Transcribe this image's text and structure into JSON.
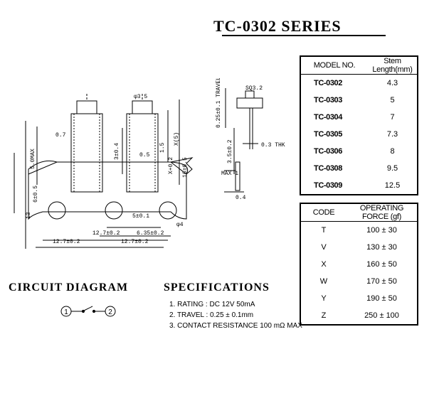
{
  "title": "TC-0302  SERIES",
  "model_table": {
    "headers": [
      "MODEL NO.",
      "Stem Length(mm)"
    ],
    "rows": [
      [
        "TC-0302",
        "4.3"
      ],
      [
        "TC-0303",
        "5"
      ],
      [
        "TC-0304",
        "7"
      ],
      [
        "TC-0305",
        "7.3"
      ],
      [
        "TC-0306",
        "8"
      ],
      [
        "TC-0308",
        "9.5"
      ],
      [
        "TC-0309",
        "12.5"
      ]
    ]
  },
  "force_table": {
    "headers": [
      "CODE",
      "OPERATING FORCE (gf)"
    ],
    "rows": [
      [
        "T",
        "100 ± 30"
      ],
      [
        "V",
        "130 ± 30"
      ],
      [
        "X",
        "160 ± 50"
      ],
      [
        "W",
        "170 ± 50"
      ],
      [
        "Y",
        "190 ± 50"
      ],
      [
        "Z",
        "250 ± 100"
      ]
    ]
  },
  "circuit": {
    "title": "CIRCUIT  DIAGRAM",
    "pin1": "1",
    "pin2": "2"
  },
  "specifications": {
    "title": "SPECIFICATIONS",
    "items": [
      "1. RATING : DC 12V  50mA",
      "2. TRAVEL : 0.25 ± 0.1mm",
      "3. CONTACT  RESISTANCE 100 mΩ MAX"
    ]
  },
  "front_dims": {
    "d35": "φ3.5",
    "d07": "0.7",
    "d50max": "5.0MAX",
    "d6": "6±0.5",
    "d13": "13",
    "d34": "3±0.4",
    "d05": "0.5",
    "d15": "1.5",
    "dx": "X+0.2",
    "dx2": "X(5)",
    "d165": "16±0.5",
    "d5": "5±0.1",
    "dphi": "φ4",
    "d127a": "12.7±0.2",
    "d635": "6.35±0.2",
    "d127b": "12.7±0.2",
    "d127c": "12.7±0.2"
  },
  "side_dims": {
    "sq": "SQ3.2",
    "travel": "0.25±0.1 TRAVEL",
    "d35": "3.5±0.2",
    "thk": "0.3 THK",
    "max": "MAX 1",
    "d04": "0.4"
  }
}
